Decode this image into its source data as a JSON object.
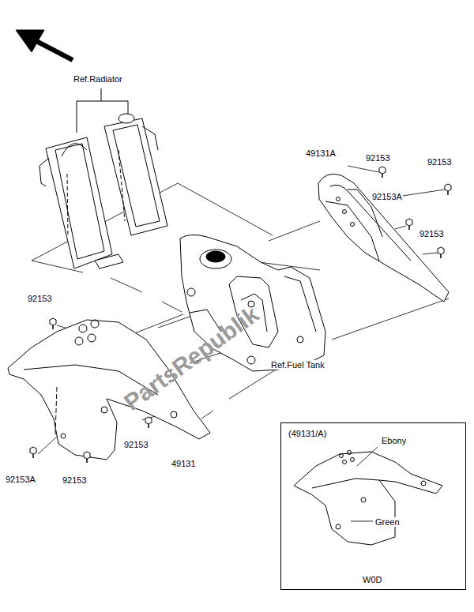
{
  "diagram": {
    "nodes": [
      {
        "text": [
          "(49131/A)",
          "Ebony",
          "Green",
          "W0D"
        ]
      }
    ],
    "labels": [
      "Ref.Radiator",
      "49131A",
      "92153",
      "92153",
      "92153A",
      "92153",
      "92153",
      "Ref.Fuel Tank",
      "92153",
      "49131",
      "92153A",
      "92153",
      "PartsRepublik"
    ]
  }
}
